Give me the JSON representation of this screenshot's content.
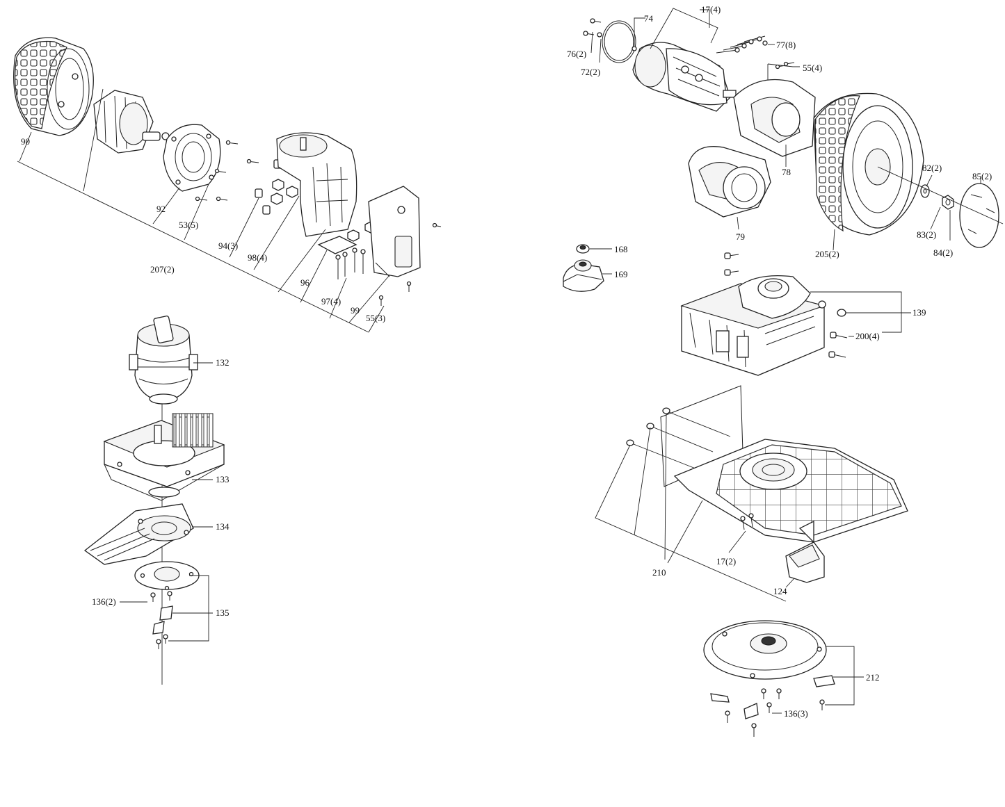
{
  "diagram": {
    "labels": [
      {
        "id": "90",
        "text": "90"
      },
      {
        "id": "92",
        "text": "92"
      },
      {
        "id": "53",
        "text": "53(5)"
      },
      {
        "id": "207",
        "text": "207(2)"
      },
      {
        "id": "94",
        "text": "94(3)"
      },
      {
        "id": "98",
        "text": "98(4)"
      },
      {
        "id": "96",
        "text": "96"
      },
      {
        "id": "97",
        "text": "97(4)"
      },
      {
        "id": "99",
        "text": "99"
      },
      {
        "id": "55a",
        "text": "55(3)"
      },
      {
        "id": "132",
        "text": "132"
      },
      {
        "id": "133",
        "text": "133"
      },
      {
        "id": "134",
        "text": "134"
      },
      {
        "id": "136a",
        "text": "136(2)"
      },
      {
        "id": "135",
        "text": "135"
      },
      {
        "id": "74",
        "text": "74"
      },
      {
        "id": "76",
        "text": "76(2)"
      },
      {
        "id": "17a",
        "text": "17(4)"
      },
      {
        "id": "72",
        "text": "72(2)"
      },
      {
        "id": "77",
        "text": "77(8)"
      },
      {
        "id": "55b",
        "text": "55(4)"
      },
      {
        "id": "78",
        "text": "78"
      },
      {
        "id": "79",
        "text": "79"
      },
      {
        "id": "82",
        "text": "82(2)"
      },
      {
        "id": "85",
        "text": "85(2)"
      },
      {
        "id": "83",
        "text": "83(2)"
      },
      {
        "id": "84",
        "text": "84(2)"
      },
      {
        "id": "205",
        "text": "205(2)"
      },
      {
        "id": "168",
        "text": "168"
      },
      {
        "id": "169",
        "text": "169"
      },
      {
        "id": "139",
        "text": "139"
      },
      {
        "id": "200",
        "text": "200(4)"
      },
      {
        "id": "210",
        "text": "210"
      },
      {
        "id": "17b",
        "text": "17(2)"
      },
      {
        "id": "124",
        "text": "124"
      },
      {
        "id": "212",
        "text": "212"
      },
      {
        "id": "136b",
        "text": "136(3)"
      }
    ]
  }
}
